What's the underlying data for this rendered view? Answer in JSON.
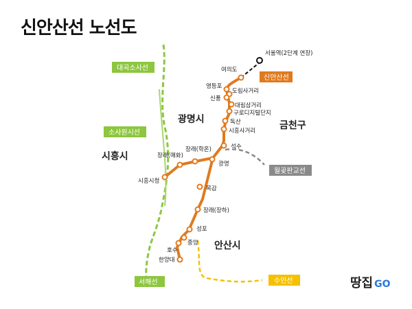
{
  "title": "신안산선 노선도",
  "colors": {
    "shinansan": "#e8822b",
    "seohae": "#8dc63f",
    "wolgot": "#8a8a8a",
    "suin": "#f5c000"
  },
  "lines": [
    {
      "name": "신안산선",
      "color": "#e07a1f"
    },
    {
      "name": "서해선",
      "color": "#8dc63f"
    },
    {
      "name": "대곡소사선",
      "color": "#8dc63f"
    },
    {
      "name": "소사원시선",
      "color": "#8dc63f"
    },
    {
      "name": "월곶판교선",
      "color": "#8a8a8a"
    },
    {
      "name": "수인선",
      "color": "#f5c000"
    }
  ],
  "regions": [
    "광명시",
    "금천구",
    "시흥시",
    "안산시"
  ],
  "stations": [
    {
      "name": "서울역(2단계 연장)",
      "terminal": true
    },
    {
      "name": "여의도"
    },
    {
      "name": "영등포"
    },
    {
      "name": "도림사거리"
    },
    {
      "name": "신풍"
    },
    {
      "name": "대림삼거리"
    },
    {
      "name": "구로디지털단지"
    },
    {
      "name": "독산"
    },
    {
      "name": "시흥사거리"
    },
    {
      "name": "석수"
    },
    {
      "name": "광명"
    },
    {
      "name": "장래(학온)"
    },
    {
      "name": "장래(매화)"
    },
    {
      "name": "시흥시청"
    },
    {
      "name": "목감"
    },
    {
      "name": "장래(장하)"
    },
    {
      "name": "성포"
    },
    {
      "name": "중앙"
    },
    {
      "name": "호수"
    },
    {
      "name": "한양대"
    }
  ],
  "logo": {
    "text": "땅집",
    "suffix": "GO"
  }
}
